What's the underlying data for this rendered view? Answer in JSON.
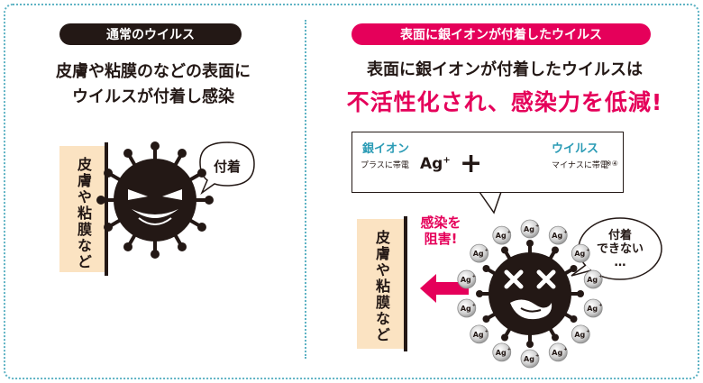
{
  "left_panel": {
    "badge": "通常のウイルス",
    "lead_line1": "皮膚や粘膜のなどの表面に",
    "lead_line2": "ウイルスが付着し感染",
    "skin_label": "皮膚や粘膜など",
    "bubble": "付着"
  },
  "right_panel": {
    "badge": "表面に銀イオンが付着したウイルス",
    "lead": "表面に銀イオンが付着したウイルスは",
    "headline": "不活性化され、感染力を低減!",
    "info": {
      "silver_label": "銀イオン",
      "silver_sub": "プラスに帯電",
      "ag_symbol": "Ag",
      "ag_charge": "+",
      "plus_sign": "+",
      "virus_label": "ウイルス",
      "virus_sub": "マイナスに帯電",
      "note": "※④"
    },
    "block_line1": "感染を",
    "block_line2": "阻害!",
    "skin_label": "皮膚や粘膜など",
    "bubble_line1": "付着",
    "bubble_line2": "できない",
    "bubble_line3": "…"
  },
  "colors": {
    "accent_pink": "#e5005a",
    "dark": "#231815",
    "teal": "#2a9bb5",
    "skin": "#fbe3c2",
    "border_dots": "#5fb3c4"
  },
  "icons": [
    "virus-icon-evil",
    "virus-icon-dizzy",
    "silver-ion-icon",
    "arrow-left-icon"
  ]
}
